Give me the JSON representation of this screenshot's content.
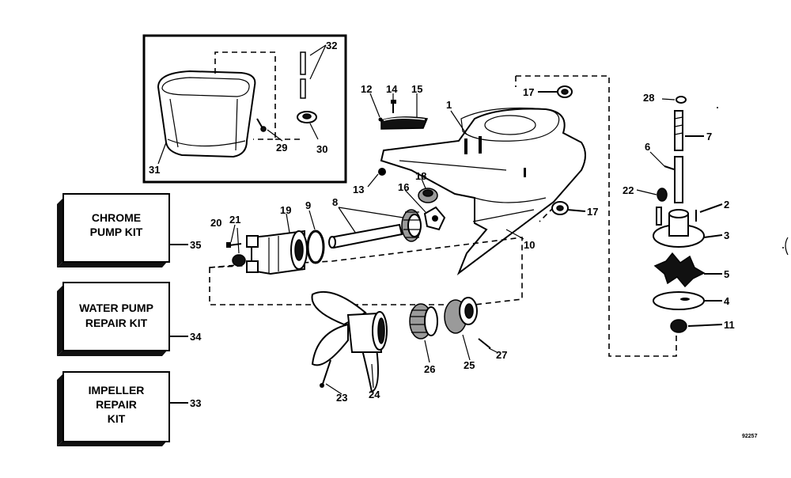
{
  "diagram": {
    "drawing_number": "92257",
    "kits": [
      {
        "id": "chrome-pump-kit",
        "lines": [
          "CHROME",
          "PUMP KIT"
        ],
        "ref": "35"
      },
      {
        "id": "water-pump-repair-kit",
        "lines": [
          "WATER PUMP",
          "REPAIR KIT"
        ],
        "ref": "34"
      },
      {
        "id": "impeller-repair-kit",
        "lines": [
          "IMPELLER",
          "REPAIR",
          "KIT"
        ],
        "ref": "33"
      }
    ],
    "callouts": {
      "c1": "1",
      "c2": "2",
      "c3": "3",
      "c4": "4",
      "c5": "5",
      "c6": "6",
      "c7": "7",
      "c8": "8",
      "c9": "9",
      "c10": "10",
      "c11": "11",
      "c12": "12",
      "c13": "13",
      "c14": "14",
      "c15": "15",
      "c16": "16",
      "c17a": "17",
      "c17b": "17",
      "c18": "18",
      "c19": "19",
      "c20": "20",
      "c21": "21",
      "c22": "22",
      "c23": "23",
      "c24": "24",
      "c25": "25",
      "c26": "26",
      "c27": "27",
      "c28": "28",
      "c29": "29",
      "c30": "30",
      "c31": "31",
      "c32": "32"
    }
  }
}
